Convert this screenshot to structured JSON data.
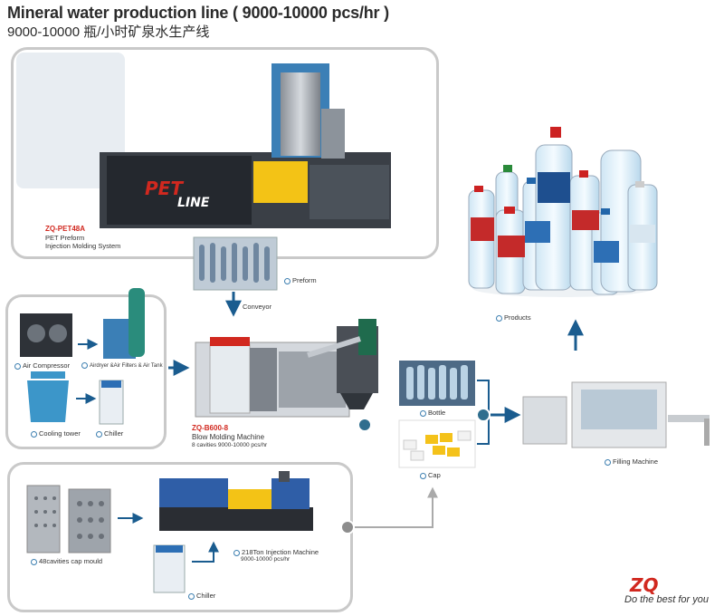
{
  "title": {
    "en_main": "Mineral water production line",
    "en_capacity": "( 9000-10000 pcs/hr )",
    "cn": "9000-10000 瓶/小时矿泉水生产线"
  },
  "preform_panel": {
    "model": "ZQ-PET48A",
    "line1": "PET Preform",
    "line2": "Injection Molding System",
    "machine_logo": "PET LINE"
  },
  "labels": {
    "preform": "Preform",
    "conveyor": "Conveyor",
    "products": "Products",
    "bottle": "Bottle",
    "cap": "Cap",
    "filling_machine": "Filling Machine"
  },
  "aux_panel": {
    "air_compressor": "Air Compressor",
    "air_dryer": "Airdryer &Air Filters & Air Tank",
    "cooling_tower": "Cooling tower",
    "chiller": "Chiller"
  },
  "blow_molding": {
    "model": "ZQ-B600-8",
    "name": "Blow Molding Machine",
    "spec": "8 cavities 9000-10000 pcs/hr"
  },
  "cap_panel": {
    "mould": "48cavities cap mould",
    "injection_machine": "218Ton Injection Machine",
    "capacity": "9000-10000 pcs/hr",
    "chiller": "Chiller"
  },
  "brand": {
    "logo": "ZQ",
    "slogan": "Do the best for you"
  },
  "colors": {
    "arrow_blue": "#1a5c8f",
    "panel_border": "#c9c9c9",
    "accent_red": "#d1281f",
    "teal": "#2f6e8e"
  }
}
